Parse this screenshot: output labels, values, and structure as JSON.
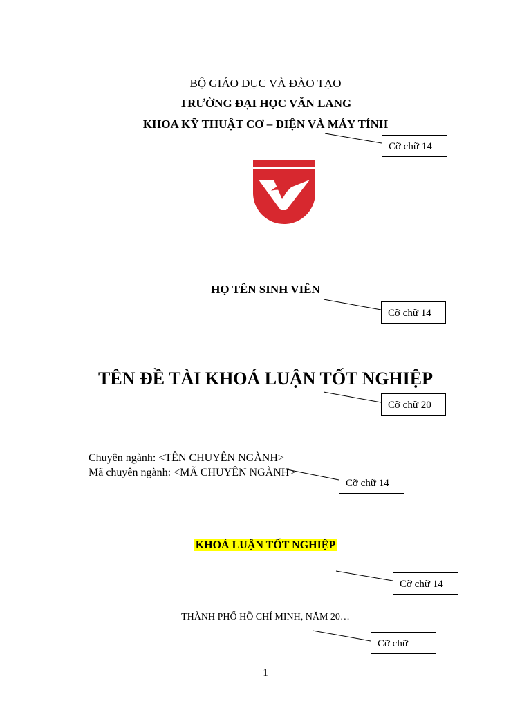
{
  "header": {
    "ministry": "BỘ GIÁO DỤC VÀ ĐÀO TẠO",
    "university": "TRƯỜNG ĐẠI HỌC VĂN LANG",
    "faculty": "KHOA KỸ THUẬT CƠ – ĐIỆN VÀ MÁY TÍNH"
  },
  "logo": {
    "icon": "van-lang-university-logo",
    "color": "#d7282f"
  },
  "student": {
    "name_placeholder": "HỌ TÊN SINH VIÊN"
  },
  "thesis": {
    "title_placeholder": "TÊN ĐỀ TÀI KHOÁ LUẬN TỐT NGHIỆP",
    "major_line": "Chuyên ngành: <TÊN CHUYÊN NGÀNH>",
    "major_code_line": "Mã chuyên ngành: <MÃ CHUYÊN NGÀNH>",
    "type": "KHOÁ LUẬN TỐT NGHIỆP",
    "highlight_color": "#ffff00"
  },
  "footer": {
    "city_year": "THÀNH PHỐ HỒ CHÍ MINH, NĂM 20…",
    "page_number": "1"
  },
  "annotations": {
    "faculty_size": "Cỡ chữ 14",
    "name_size": "Cỡ chữ 14",
    "title_size": "Cỡ chữ 20",
    "major_size": "Cỡ chữ 14",
    "type_size": "Cỡ chữ 14",
    "city_size": "Cỡ chữ"
  }
}
